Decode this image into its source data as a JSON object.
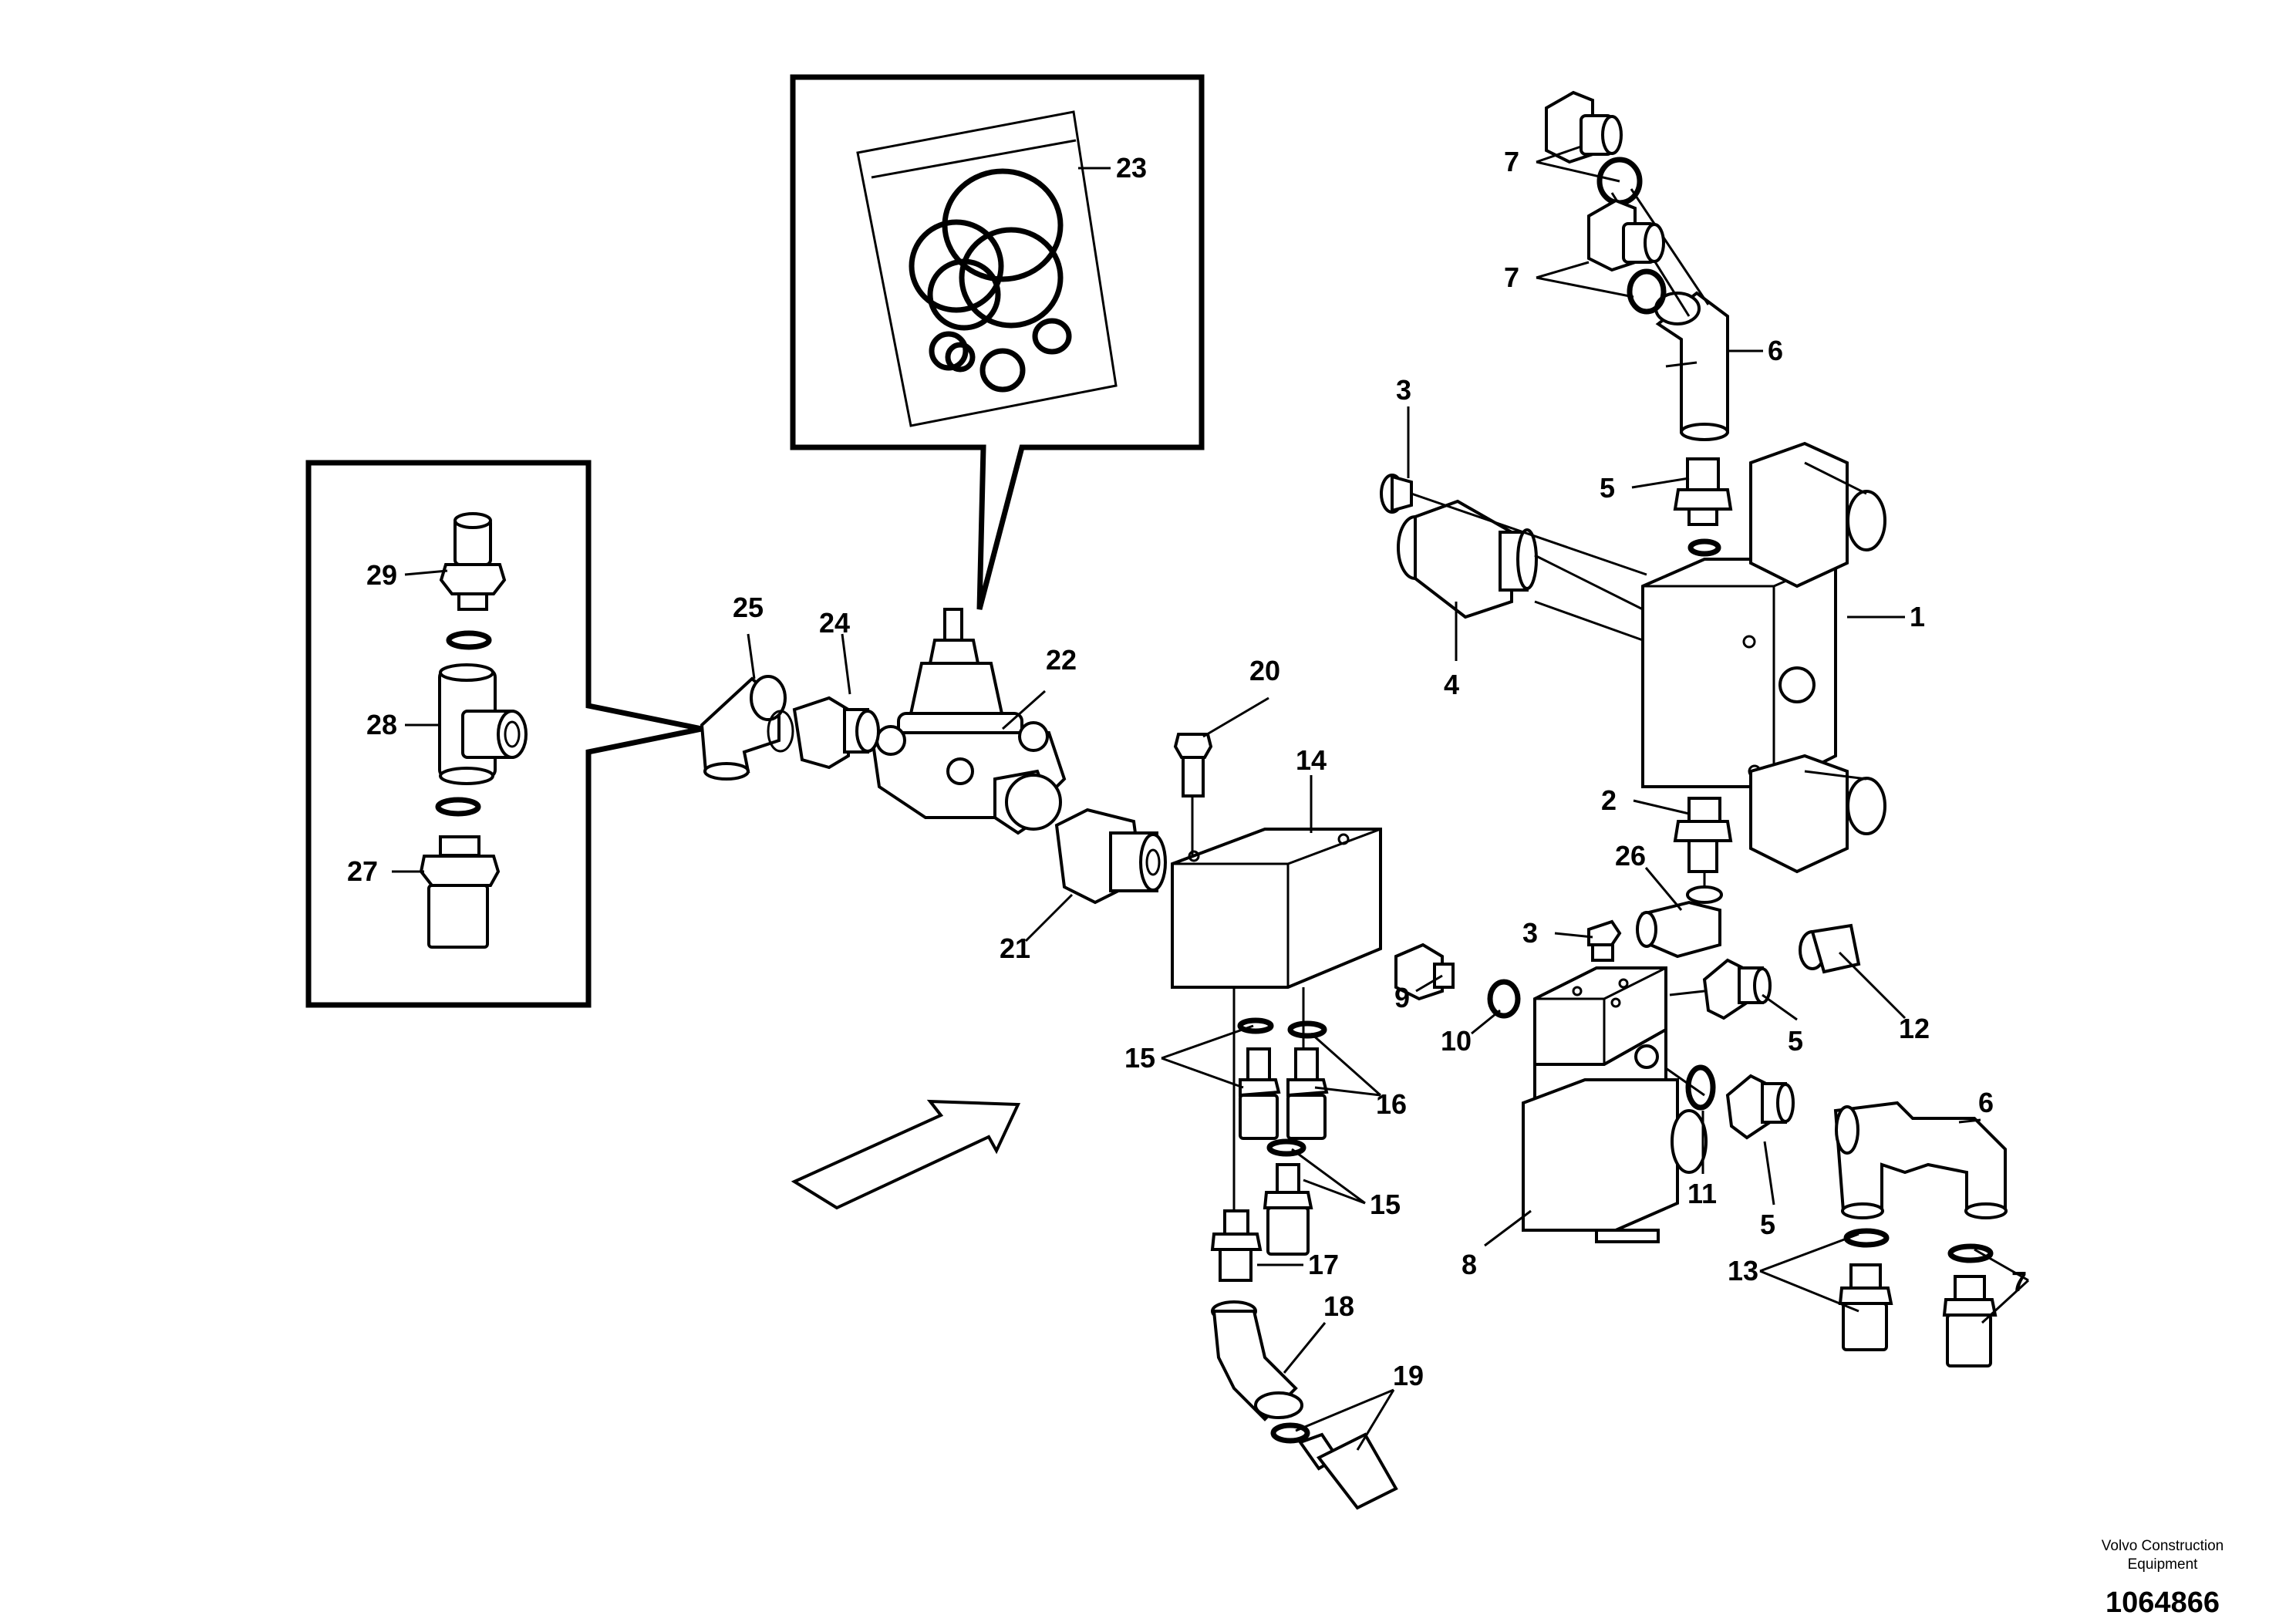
{
  "labels": {
    "l1": "1",
    "l2": "2",
    "l3a": "3",
    "l3b": "3",
    "l4": "4",
    "l5a": "5",
    "l5b": "5",
    "l5c": "5",
    "l6a": "6",
    "l6b": "6",
    "l7a": "7",
    "l7b": "7",
    "l7c": "7",
    "l8": "8",
    "l9": "9",
    "l10": "10",
    "l11": "11",
    "l12": "12",
    "l13": "13",
    "l14": "14",
    "l15a": "15",
    "l15b": "15",
    "l16": "16",
    "l17": "17",
    "l18": "18",
    "l19": "19",
    "l20": "20",
    "l21": "21",
    "l22": "22",
    "l23": "23",
    "l24": "24",
    "l25": "25",
    "l26": "26",
    "l27": "27",
    "l28": "28",
    "l29": "29"
  },
  "footer": {
    "company_line1": "Volvo Construction",
    "company_line2": "Equipment",
    "figure_number": "1064866"
  }
}
